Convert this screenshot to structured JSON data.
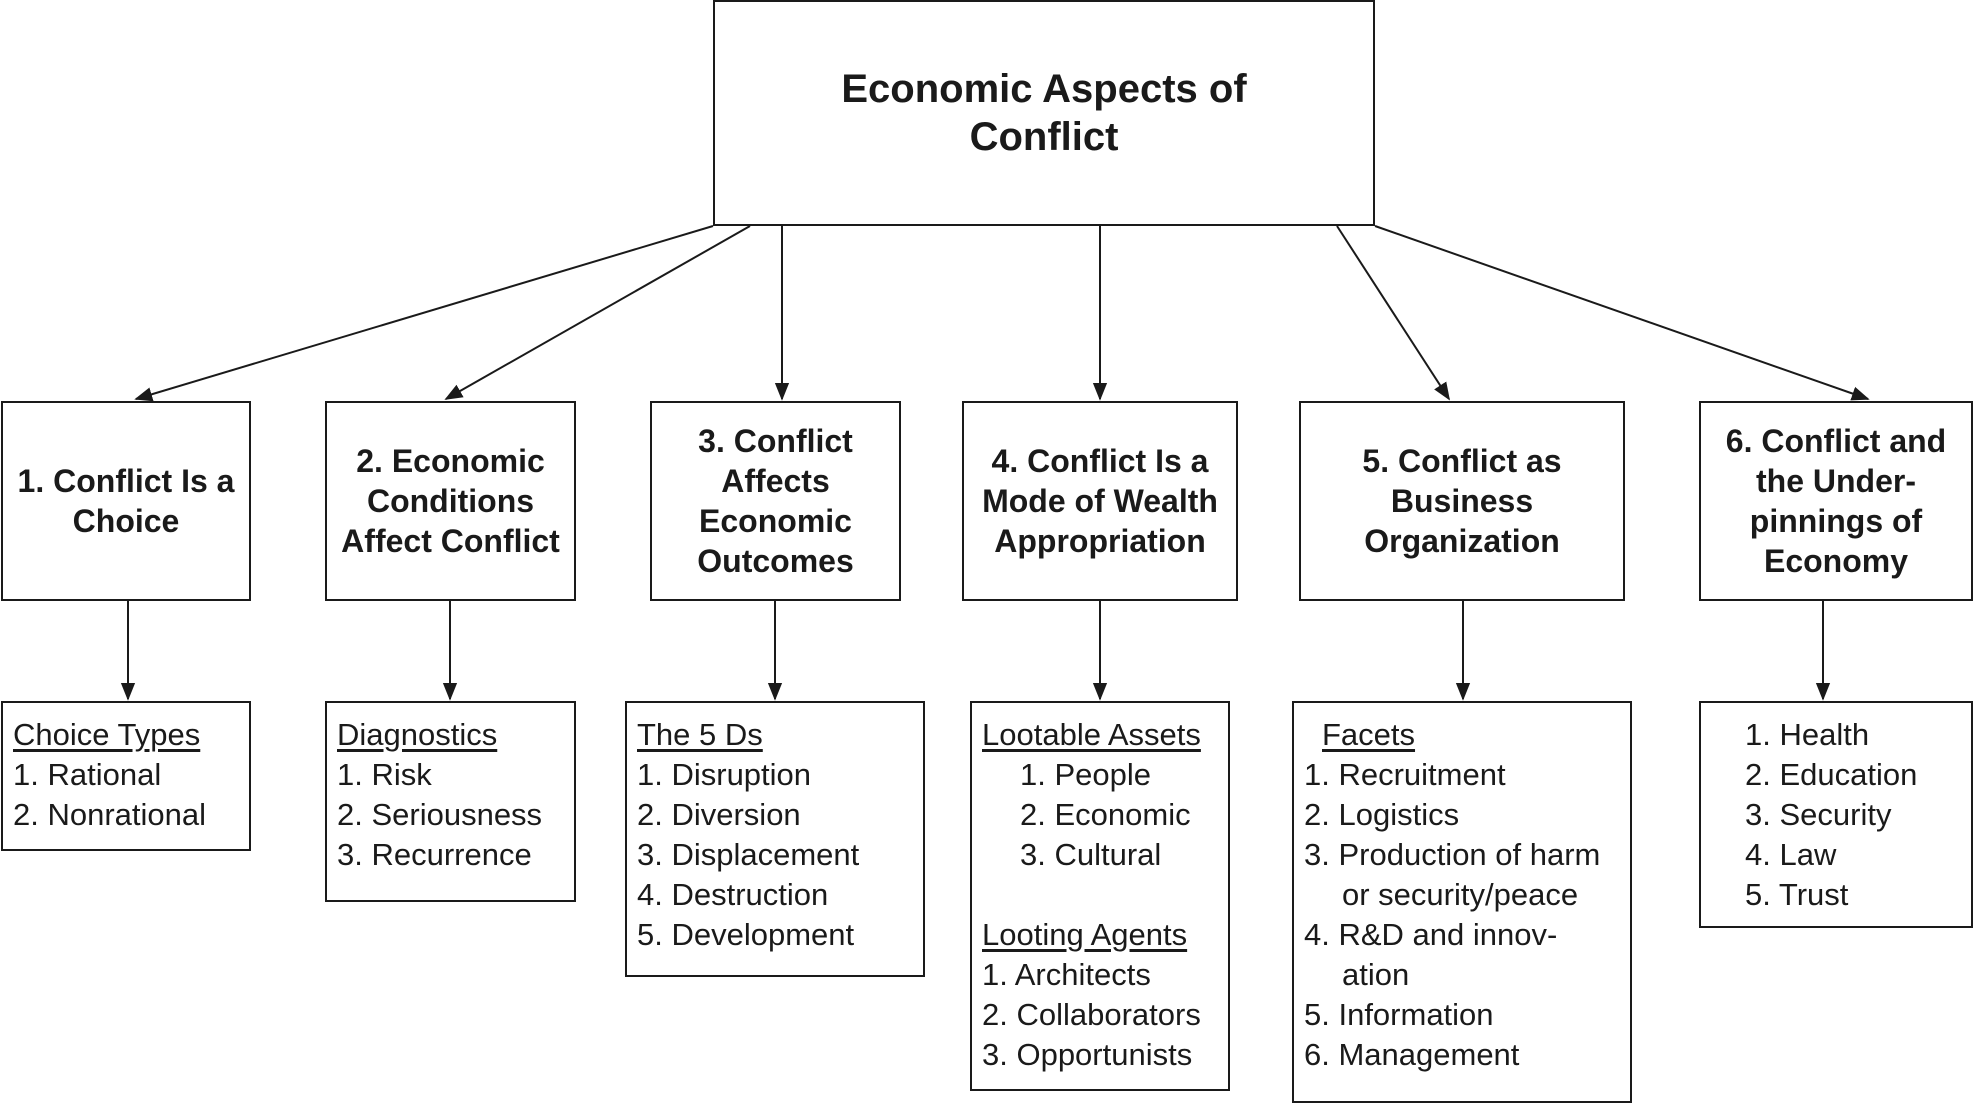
{
  "root": {
    "title": "Economic Aspects of Conflict"
  },
  "branches": [
    {
      "title": "1. Conflict Is a Choice",
      "sections": [
        {
          "heading": "Choice Types",
          "items": [
            "1. Rational",
            "2. Nonrational"
          ]
        }
      ]
    },
    {
      "title": "2. Economic Conditions Affect Conflict",
      "sections": [
        {
          "heading": "Diagnostics",
          "items": [
            "1. Risk",
            "2. Seriousness",
            "3. Recurrence"
          ]
        }
      ]
    },
    {
      "title": "3. Conflict Affects Economic Outcomes",
      "sections": [
        {
          "heading": "The 5 Ds",
          "items": [
            "1. Disruption",
            "2. Diversion",
            "3. Displacement",
            "4. Destruction",
            "5. Development"
          ]
        }
      ]
    },
    {
      "title": "4. Conflict Is a Mode of Wealth Appropriation",
      "sections": [
        {
          "heading": "Lootable Assets",
          "items": [
            "1. People",
            "2. Economic",
            "3. Cultural"
          ]
        },
        {
          "heading": "Looting Agents",
          "items": [
            "1. Architects",
            "2. Collaborators",
            "3. Opportunists"
          ]
        }
      ]
    },
    {
      "title": "5. Conflict as Business Organization",
      "sections": [
        {
          "heading": "Facets",
          "items": [
            "1. Recruitment",
            "2. Logistics",
            "3. Production of harm",
            "or security/peace",
            "4. R&D and innov-",
            "ation",
            "5. Information",
            "6. Management"
          ]
        }
      ]
    },
    {
      "title": "6. Conflict and the Under-pinnings of Economy",
      "sections": [
        {
          "heading": "",
          "items": [
            "1. Health",
            "2. Education",
            "3. Security",
            "4. Law",
            "5. Trust"
          ]
        }
      ]
    }
  ]
}
